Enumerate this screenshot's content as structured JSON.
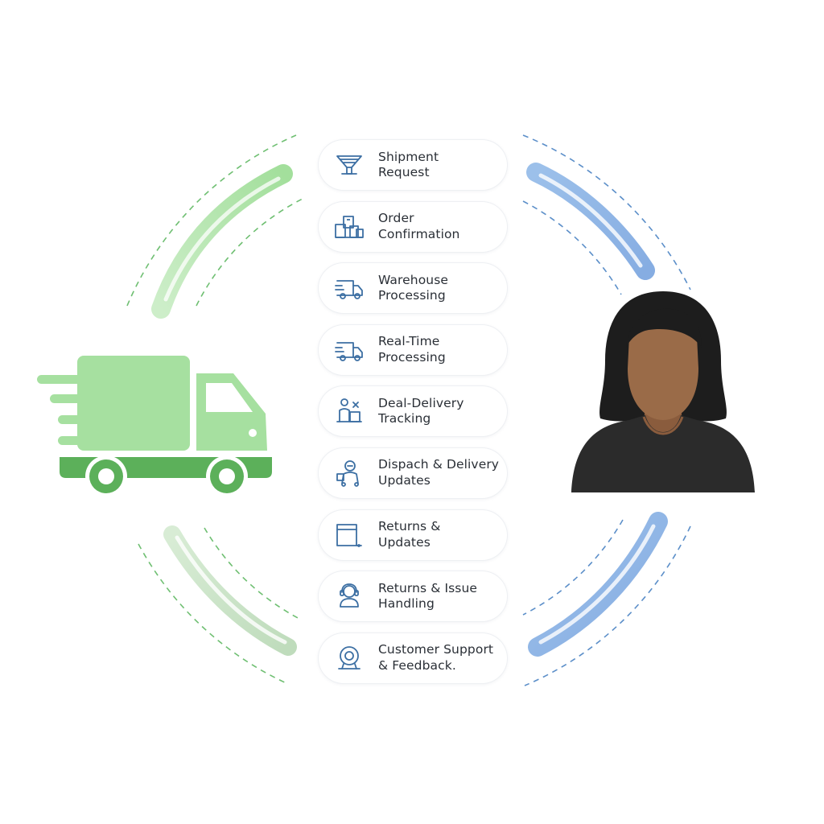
{
  "steps": [
    {
      "label": "Shipment\nRequest",
      "icon": "funnel-icon"
    },
    {
      "label": "Order\nConfirmation",
      "icon": "stacked-boxes-icon"
    },
    {
      "label": "Warehouse\nProcessing",
      "icon": "delivery-truck-icon"
    },
    {
      "label": "Real-Time\nProcessing",
      "icon": "delivery-truck-icon"
    },
    {
      "label": "Deal-Delivery\nTracking",
      "icon": "warehouse-worker-icon"
    },
    {
      "label": "Dispach & Delivery\nUpdates",
      "icon": "courier-icon"
    },
    {
      "label": "Returns &\nUpdates",
      "icon": "package-box-icon"
    },
    {
      "label": "Returns & Issue\nHandling",
      "icon": "support-agent-icon"
    },
    {
      "label": "Customer Support\n& Feedback.",
      "icon": "headset-icon"
    }
  ],
  "icons": {
    "truck": "delivery-truck-icon",
    "customer": "customer-avatar-icon"
  },
  "colors": {
    "green_light": "#a6e0a0",
    "green_dark": "#5cb05a",
    "blue": "#8fb6e6",
    "icon_blue": "#3c6fa3",
    "skin": "#9a6b48",
    "hair": "#1d1d1d",
    "shirt": "#2b2b2b",
    "label": "#2a2f36"
  }
}
